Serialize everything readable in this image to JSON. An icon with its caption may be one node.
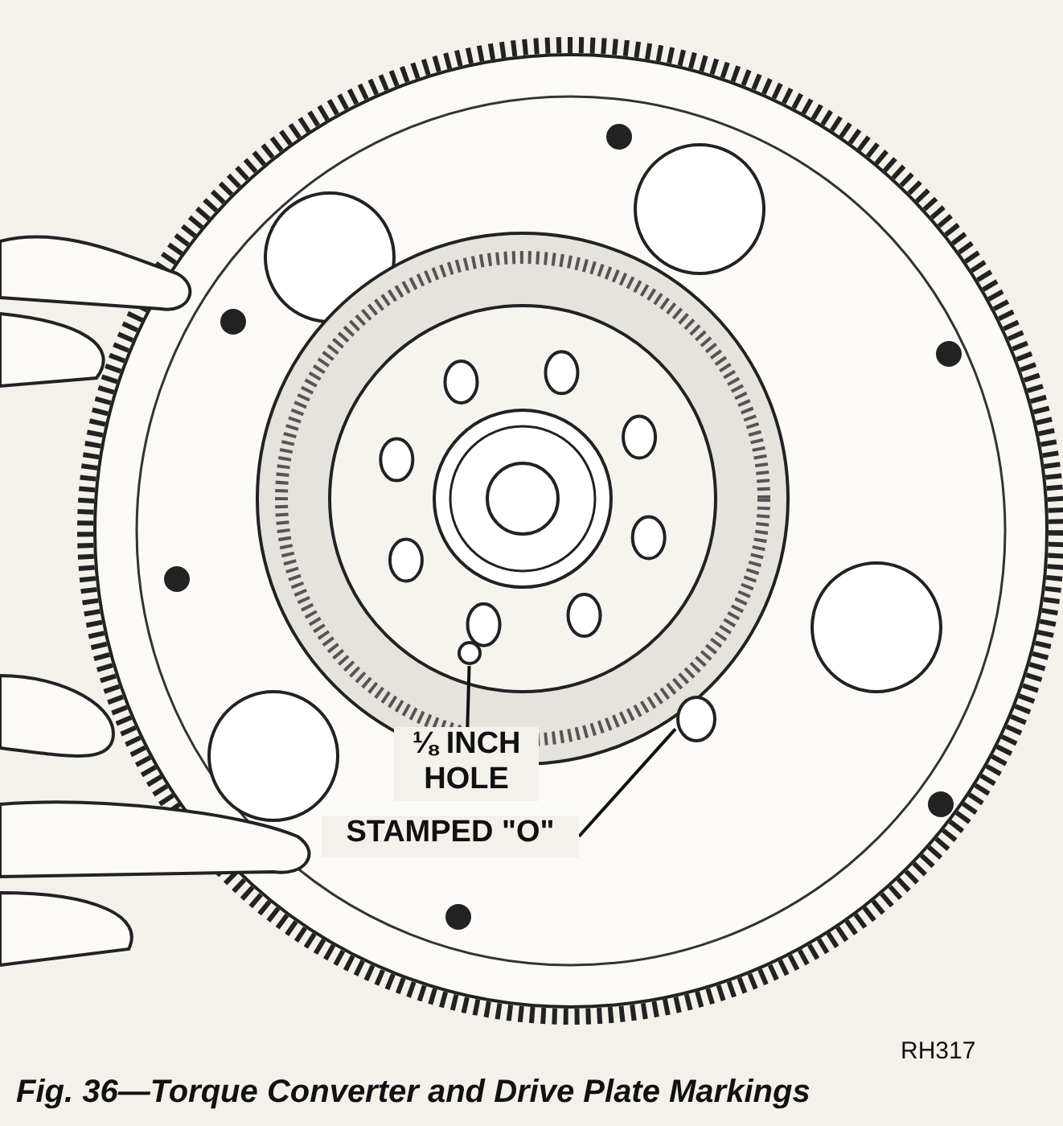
{
  "diagram": {
    "caption": "Fig. 36—Torque Converter and Drive Plate Markings",
    "nodes": [
      {
        "text": [
          "⅛ INCH HOLE"
        ]
      },
      {
        "text": [],
        "shape": "circle"
      },
      {
        "text": [
          "STAMPED \"O\""
        ]
      },
      {
        "text": [],
        "shape": "circle"
      }
    ],
    "edges": [
      {
        "from": 0,
        "to": 1,
        "arrow": "none"
      },
      {
        "from": 2,
        "to": 3,
        "arrow": "none"
      }
    ],
    "labels": [
      "RH317"
    ]
  }
}
